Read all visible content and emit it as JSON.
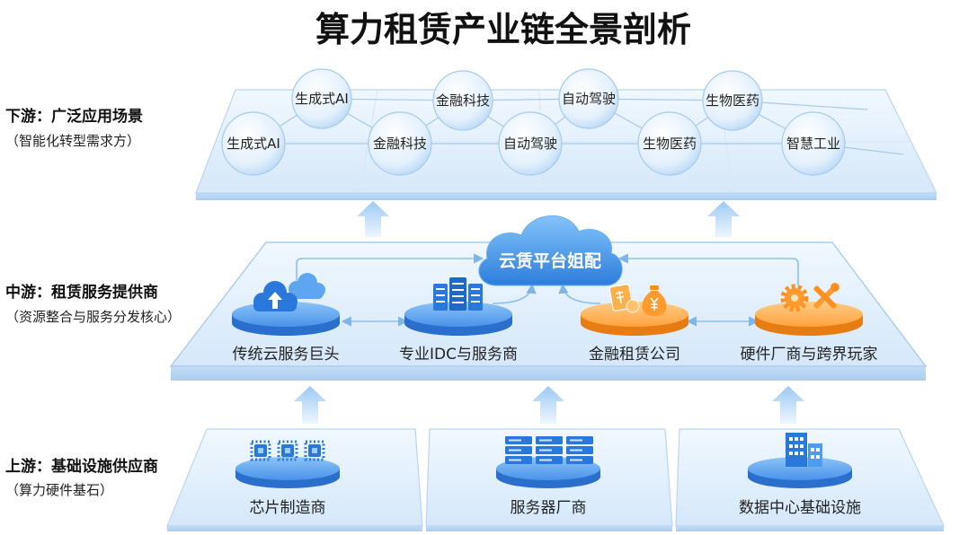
{
  "title": "算力租赁产业链全景剖析",
  "levels": {
    "downstream": {
      "label": "下游：广泛应用场景",
      "sub": "（智能化转型需求方）"
    },
    "midstream": {
      "label": "中游：租赁服务提供商",
      "sub": "（资源整合与服务分发核心）"
    },
    "upstream": {
      "label": "上游：基础设施供应商",
      "sub": "（算力硬件基石）"
    }
  },
  "downstream_scenarios": {
    "back": [
      "生成式AI",
      "金融科技",
      "自动驾驶",
      "生物医药"
    ],
    "front": [
      "生成式AI",
      "金融科技",
      "自动驾驶",
      "生物医药",
      "智慧工业"
    ]
  },
  "midstream": {
    "hub": "云赁平台姐配",
    "hub_icon": "cloud-icon",
    "nodes": [
      {
        "label": "传统云服务巨头",
        "icon": "cloud-upload-icon"
      },
      {
        "label": "专业IDC与服务商",
        "icon": "server-rack-icon"
      },
      {
        "label": "金融租赁公司",
        "icon": "money-bag-icon"
      },
      {
        "label": "硬件厂商与跨界玩家",
        "icon": "gear-tools-icon"
      }
    ]
  },
  "upstream": {
    "nodes": [
      {
        "label": "芯片制造商",
        "icon": "chip-icon"
      },
      {
        "label": "服务器厂商",
        "icon": "server-icon"
      },
      {
        "label": "数据中心基础设施",
        "icon": "building-icon"
      }
    ]
  },
  "colors": {
    "primary_blue": "#2b78dc",
    "light_blue": "#d3e7fa",
    "accent_orange": "#ff9a2e",
    "text": "#111111"
  }
}
